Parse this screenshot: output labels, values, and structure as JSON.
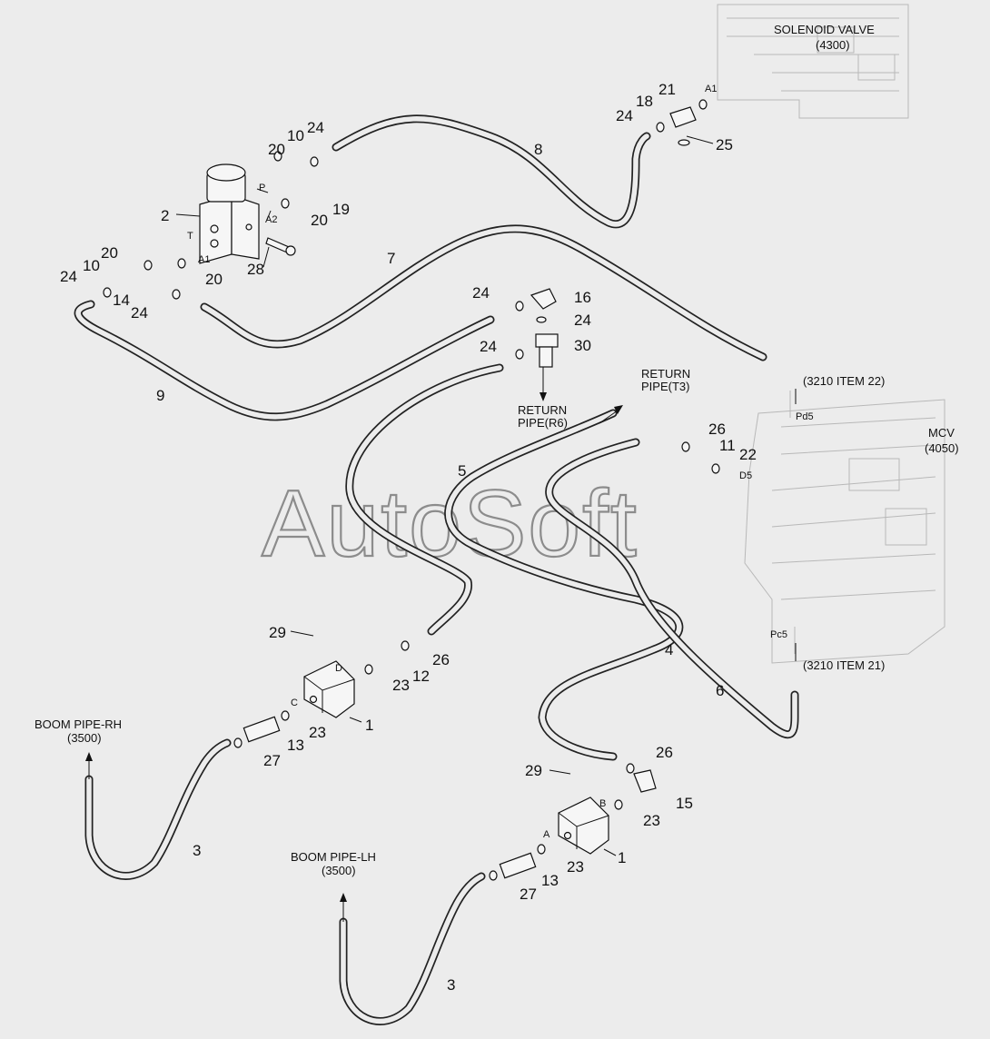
{
  "watermark": "AutoSoft",
  "labels": {
    "solenoid_valve": "SOLENOID VALVE",
    "solenoid_valve_ref": "(4300)",
    "mcv": "MCV",
    "mcv_ref": "(4050)",
    "item22_ref": "(3210 ITEM 22)",
    "item21_ref": "(3210 ITEM 21)",
    "return_t3_line1": "RETURN",
    "return_t3_line2": "PIPE(T3)",
    "return_r6_line1": "RETURN",
    "return_r6_line2": "PIPE(R6)",
    "boom_rh": "BOOM PIPE-RH",
    "boom_rh_ref": "(3500)",
    "boom_lh": "BOOM PIPE-LH",
    "boom_lh_ref": "(3500)"
  },
  "ports": {
    "p": "P",
    "a2": "A2",
    "t": "T",
    "a1_valve": "A1",
    "a1_solenoid": "A1",
    "pd5": "Pd5",
    "d5": "D5",
    "pc5": "Pc5",
    "c": "C",
    "d": "D",
    "a": "A",
    "b": "B"
  },
  "callouts": [
    "1",
    "1",
    "2",
    "3",
    "3",
    "4",
    "5",
    "6",
    "7",
    "8",
    "9",
    "10",
    "10",
    "11",
    "12",
    "13",
    "13",
    "14",
    "15",
    "16",
    "18",
    "19",
    "20",
    "20",
    "20",
    "20",
    "21",
    "22",
    "23",
    "23",
    "23",
    "23",
    "24",
    "24",
    "24",
    "24",
    "24",
    "24",
    "24",
    "25",
    "26",
    "26",
    "26",
    "27",
    "27",
    "28",
    "29",
    "29",
    "30"
  ]
}
